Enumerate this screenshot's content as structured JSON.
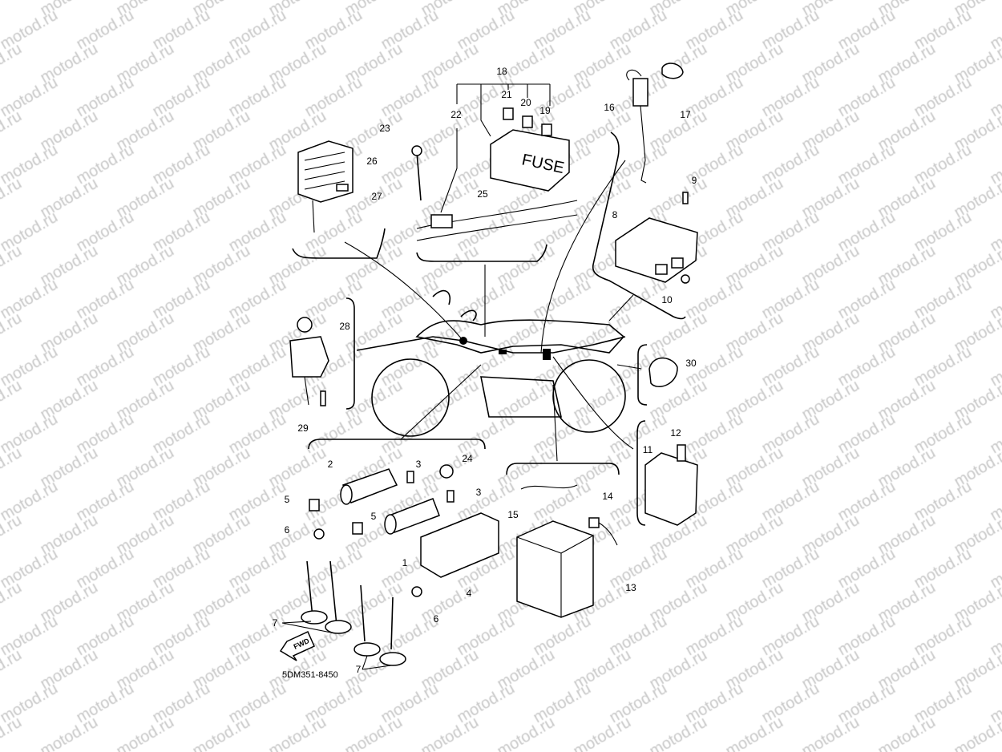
{
  "diagram": {
    "watermark": "motod.ru",
    "fuse_text": "FUSE",
    "fwd_text": "FWD",
    "part_code": "5DM351-8450",
    "callouts": [
      "18",
      "21",
      "20",
      "19",
      "22",
      "23",
      "16",
      "17",
      "26",
      "27",
      "25",
      "9",
      "8",
      "10",
      "28",
      "30",
      "29",
      "12",
      "11",
      "2",
      "3",
      "24",
      "5",
      "3",
      "6",
      "5",
      "15",
      "14",
      "1",
      "4",
      "13",
      "6",
      "7",
      "7"
    ]
  }
}
